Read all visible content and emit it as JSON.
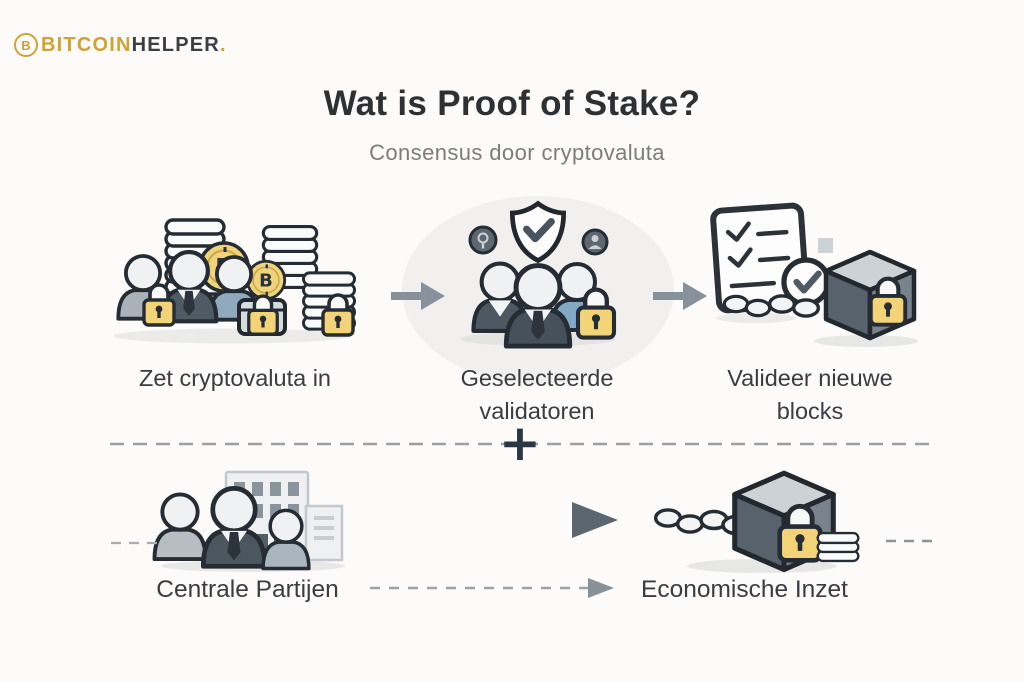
{
  "logo": {
    "symbol": "B",
    "text_gold": "BITCOIN",
    "text_dark": "HELPER",
    "period": "."
  },
  "header": {
    "title": "Wat is Proof of Stake?",
    "subtitle": "Consensus door cryptovaluta"
  },
  "flow_steps": [
    {
      "label": "Zet cryptovaluta in",
      "icon": "crypto-stake-people-coins-icon"
    },
    {
      "label": "Geselecteerde validatoren",
      "icon": "selected-validators-shield-icon"
    },
    {
      "label": "Valideer nieuwe blocks",
      "icon": "validate-blocks-checklist-chain-icon"
    }
  ],
  "bottom_row": {
    "plus_symbol": "+",
    "left": {
      "label": "Centrale Partijen",
      "icon": "central-parties-people-building-icon"
    },
    "right": {
      "label": "Economische Inzet",
      "icon": "economic-stake-locked-block-coins-icon"
    }
  },
  "colors": {
    "brand_gold": "#d0a233",
    "ink_dark": "#2e3134",
    "text_gray": "#7c7c7c",
    "arrow_gray": "#87919a",
    "lock_gold": "#f2d377",
    "suit_dark": "#4e5a64",
    "shirt_blue": "#83a8c5",
    "background": "#fcfbfa"
  }
}
